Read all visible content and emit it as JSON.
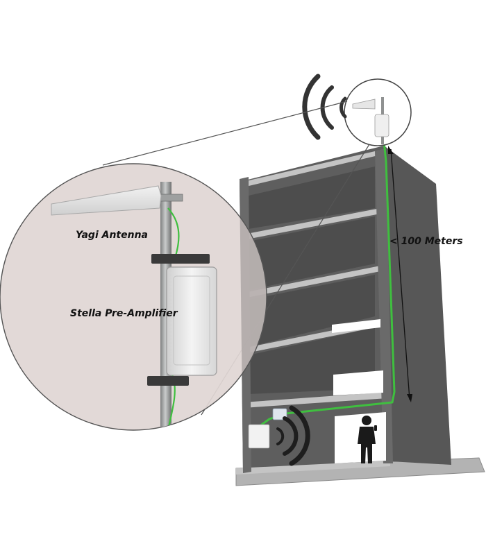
{
  "labels": {
    "antenna": "Yagi Antenna",
    "amplifier": "Stella Pre-Amplifier",
    "distance": "< 100 Meters"
  },
  "colors": {
    "building": "#5b5b5b",
    "building_dark": "#4a4a4a",
    "floor_slab": "#b8b8b8",
    "cable": "#3fbf3f",
    "zoom_fill": "#e0d6d4",
    "pole": "#a7a9a9",
    "device": "#e8e8e8",
    "signal_waves": "#333333"
  },
  "icons": {
    "roof_signal": "signal-waves-icon",
    "indoor_signal": "signal-waves-icon",
    "person": "person-with-phone-icon"
  }
}
